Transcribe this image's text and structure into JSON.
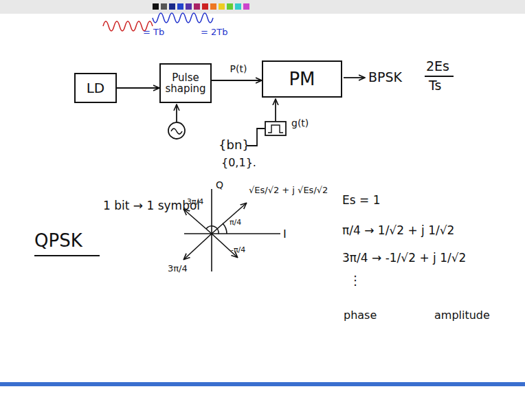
{
  "diagram": {
    "nodes": [
      {
        "text": [
          "LD"
        ]
      },
      {
        "text": [
          "Pulse shaping"
        ]
      },
      {
        "text": [
          "PM"
        ]
      }
    ],
    "edges": [
      {
        "from": 0,
        "to": 1,
        "arrow": "to"
      },
      {
        "from": 1,
        "to": 2,
        "label": "P(t)",
        "arrow": "to"
      }
    ],
    "labels": [
      "= Tb",
      "= 2Tb",
      "BPSK",
      "2Es",
      "Ts",
      "g(t)",
      "{bn}",
      "{0,1}.",
      "1 bit → 1 symbol",
      "QPSK",
      "Q",
      "I",
      "√Es/√2 + j √Es/√2",
      "π/4",
      "3π/4",
      "-π/4",
      "3π/4",
      "Es = 1",
      "π/4 → 1/√2 + j 1/√2",
      "3π/4 → -1/√2 + j 1/√2",
      "⋮",
      "phase",
      "amplitude"
    ]
  }
}
